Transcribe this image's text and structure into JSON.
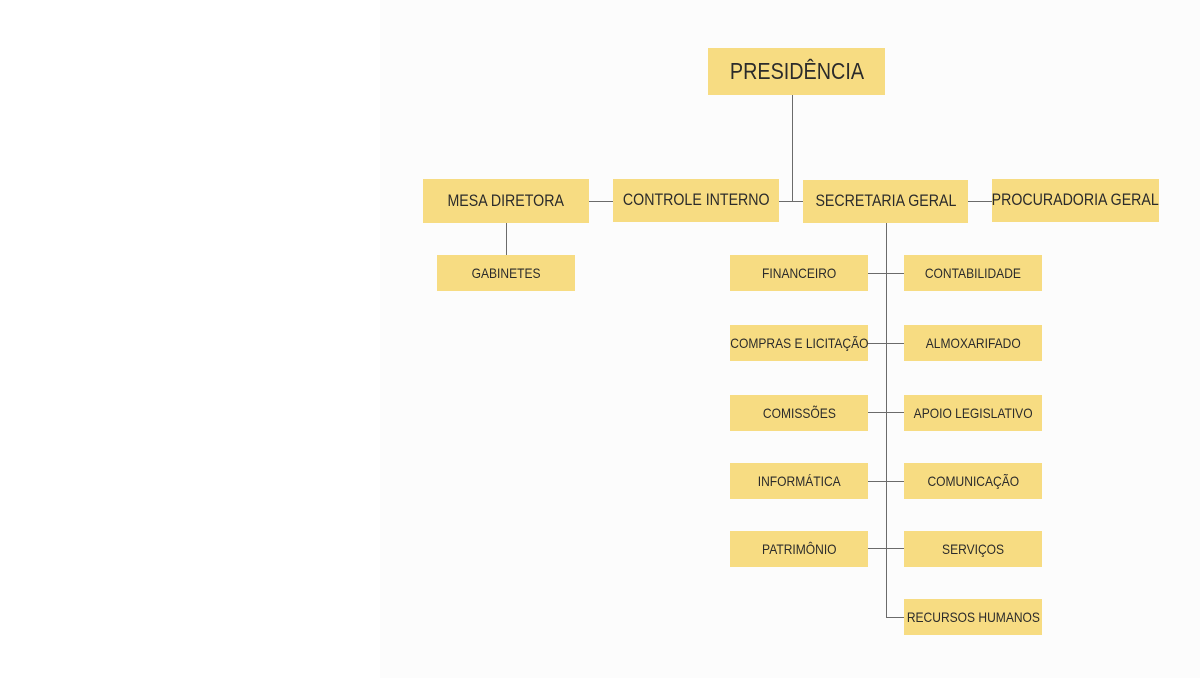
{
  "colors": {
    "box": "#f7dc82",
    "line": "#6b6b6b",
    "text": "#2b2b2b"
  },
  "top": {
    "label": "PRESIDÊNCIA"
  },
  "level2": {
    "mesa": "MESA DIRETORA",
    "controle": "CONTROLE INTERNO",
    "secretaria": "SECRETARIA GERAL",
    "procuradoria": "PROCURADORIA GERAL"
  },
  "mesa_children": [
    "GABINETES"
  ],
  "secretaria_left": [
    "FINANCEIRO",
    "COMPRAS E LICITAÇÃO",
    "COMISSÕES",
    "INFORMÁTICA",
    "PATRIMÔNIO"
  ],
  "secretaria_right": [
    "CONTABILIDADE",
    "ALMOXARIFADO",
    "APOIO LEGISLATIVO",
    "COMUNICAÇÃO",
    "SERVIÇOS",
    "RECURSOS HUMANOS"
  ]
}
